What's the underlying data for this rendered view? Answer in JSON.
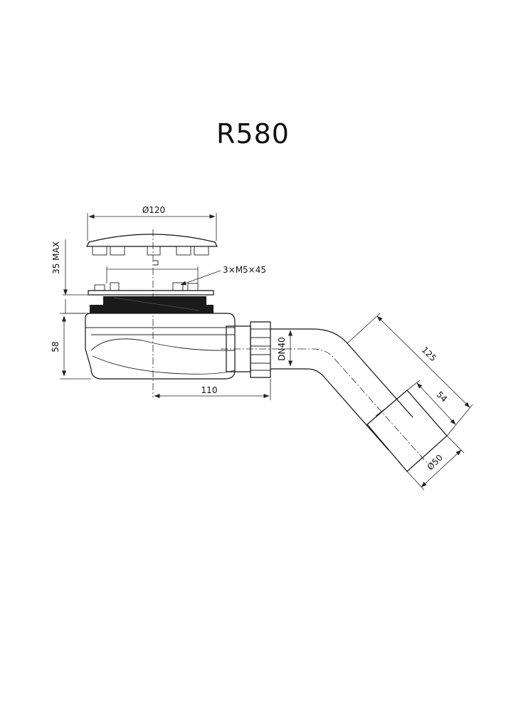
{
  "title": "R580",
  "dimensions": {
    "cap_diameter": "Ø120",
    "height_max": "35 MAX",
    "screws": "3×M5×45",
    "body_height": "58",
    "offset": "110",
    "nut_size": "DN40",
    "elbow_length": "125",
    "sleeve_length": "54",
    "outlet_diameter": "Ø50"
  }
}
